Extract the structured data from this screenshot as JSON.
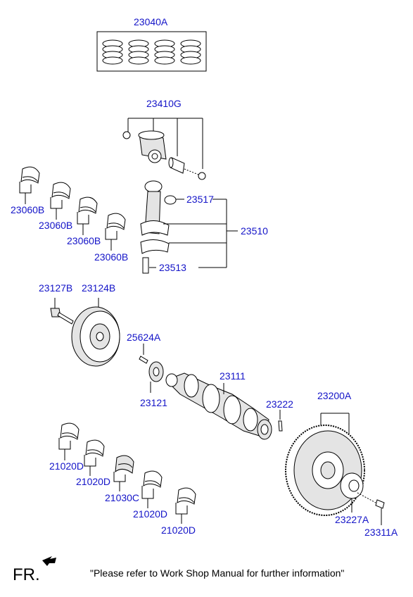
{
  "colors": {
    "label": "#1414c8",
    "line": "#000000",
    "part_fill": "#e4e4e4"
  },
  "labels": {
    "rings_set": "23040A",
    "piston": "23410G",
    "bearing_upper_1": "23060B",
    "bearing_upper_2": "23060B",
    "bearing_upper_3": "23060B",
    "bearing_upper_4": "23060B",
    "bush": "23517",
    "conrod": "23510",
    "conrod_bolt": "23513",
    "pulley_bolt": "23127B",
    "damper_pulley": "23124B",
    "key": "25624A",
    "sprocket": "23121",
    "crankshaft": "23111",
    "pin": "23222",
    "flywheel": "23200A",
    "main_bearing_1": "21020D",
    "main_bearing_2": "21020D",
    "thrust_bearing": "21030C",
    "main_bearing_4": "21020D",
    "main_bearing_5": "21020D",
    "plate": "23227A",
    "flywheel_bolt": "23311A"
  },
  "footer": {
    "direction": "FR.",
    "direction_icon": "front-arrow-icon",
    "note": "\"Please refer to Work Shop Manual for further information\""
  }
}
